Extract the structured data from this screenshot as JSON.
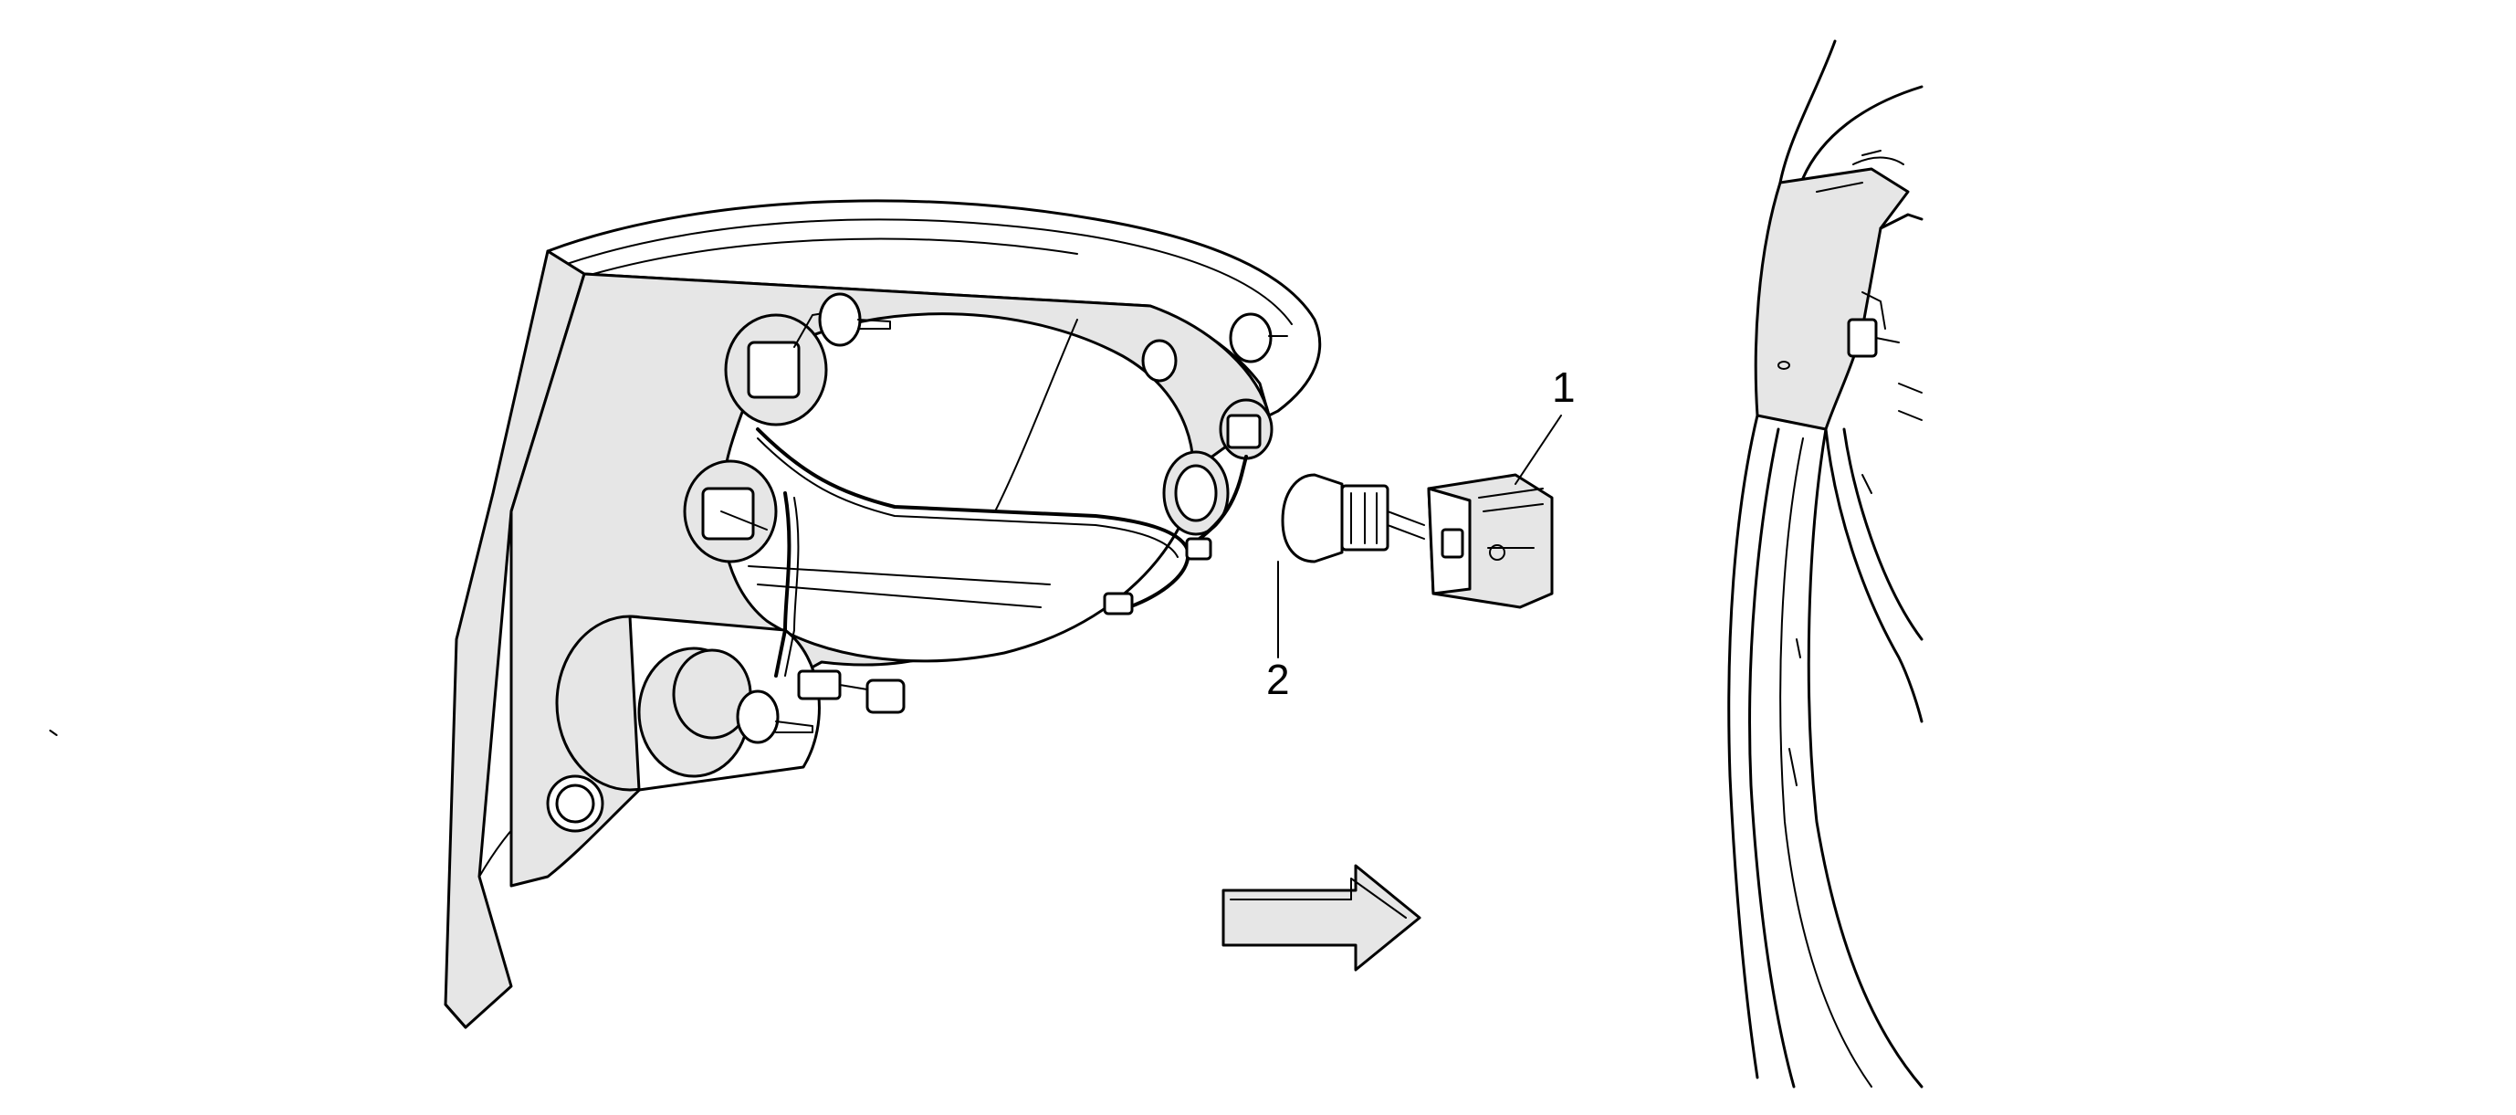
{
  "figure": {
    "callouts": [
      {
        "id": "1",
        "label": "1"
      },
      {
        "id": "2",
        "label": "2"
      }
    ],
    "arrow": {
      "direction": "right"
    }
  }
}
